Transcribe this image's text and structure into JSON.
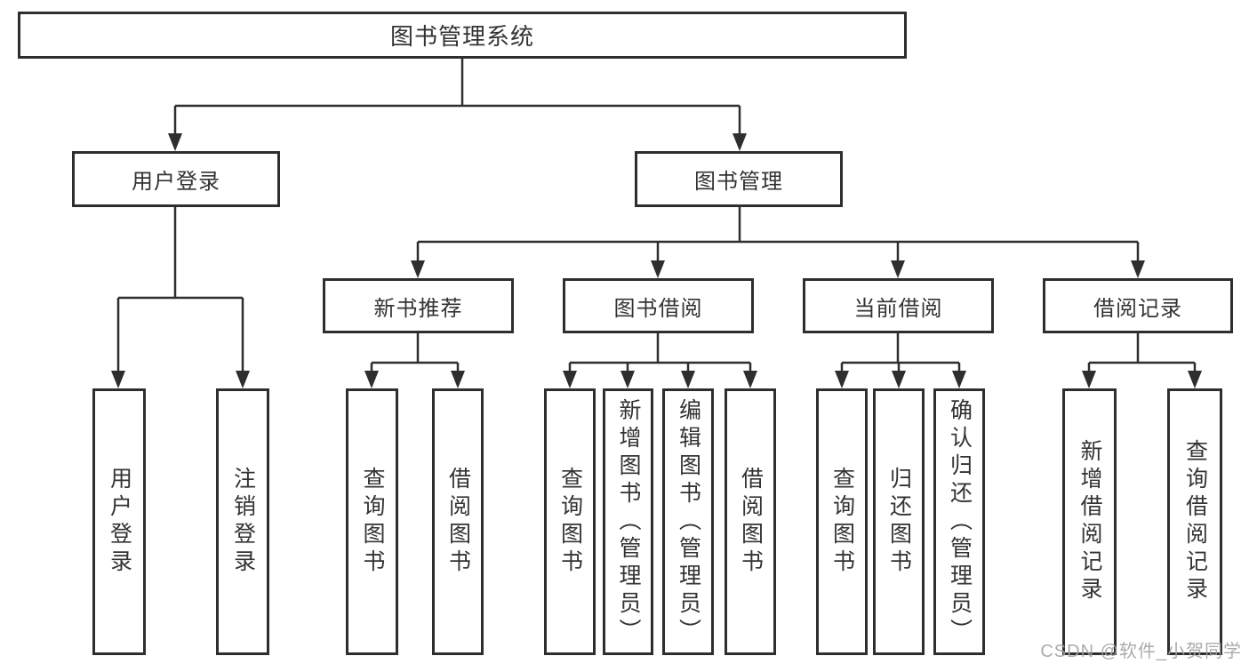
{
  "diagram": {
    "title": "图书管理系统",
    "root": {
      "label": "图书管理系统"
    },
    "level2": [
      {
        "id": "user-login",
        "label": "用户登录"
      },
      {
        "id": "book-management",
        "label": "图书管理"
      }
    ],
    "level3": [
      {
        "id": "new-book-recommend",
        "parent": "图书管理",
        "label": "新书推荐"
      },
      {
        "id": "book-borrowing",
        "parent": "图书管理",
        "label": "图书借阅"
      },
      {
        "id": "current-borrowing",
        "parent": "图书管理",
        "label": "当前借阅"
      },
      {
        "id": "borrowing-records",
        "parent": "图书管理",
        "label": "借阅记录"
      }
    ],
    "leaves": [
      {
        "parent": "用户登录",
        "label": "用户登录"
      },
      {
        "parent": "用户登录",
        "label": "注销登录"
      },
      {
        "parent": "新书推荐",
        "label": "查询图书"
      },
      {
        "parent": "新书推荐",
        "label": "借阅图书"
      },
      {
        "parent": "图书借阅",
        "label": "查询图书"
      },
      {
        "parent": "图书借阅",
        "label": "新增图书（管理员）"
      },
      {
        "parent": "图书借阅",
        "label": "编辑图书（管理员）"
      },
      {
        "parent": "图书借阅",
        "label": "借阅图书"
      },
      {
        "parent": "当前借阅",
        "label": "查询图书"
      },
      {
        "parent": "当前借阅",
        "label": "归还图书"
      },
      {
        "parent": "当前借阅",
        "label": "确认归还（管理员）"
      },
      {
        "parent": "借阅记录",
        "label": "新增借阅记录"
      },
      {
        "parent": "借阅记录",
        "label": "查询借阅记录"
      }
    ]
  },
  "watermark": {
    "text": "CSDN @软件_小贺同学"
  },
  "colors": {
    "line": "#2e2e2e",
    "box_border": "#2e2e2e",
    "text": "#333333",
    "background": "#ffffff",
    "watermark": "#a3a3a3"
  }
}
